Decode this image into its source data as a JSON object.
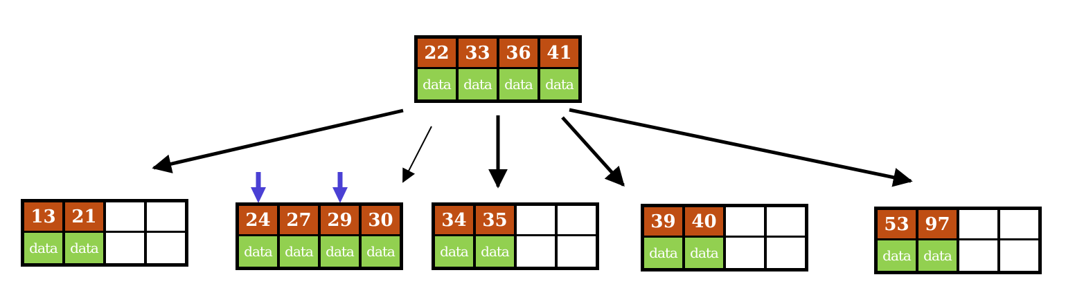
{
  "diagram_type": "b-tree",
  "colors": {
    "key_cell_fill": "#bf4e13",
    "data_cell_fill": "#92d050",
    "empty_cell_fill": "#ffffff",
    "border": "#000000",
    "cell_text": "#ffffff",
    "tree_arrow": "#000000",
    "pointer_arrow": "#4a40d4",
    "background": "#ffffff"
  },
  "nodes": {
    "root": {
      "cells": [
        {
          "key": "22",
          "data": "data"
        },
        {
          "key": "33",
          "data": "data"
        },
        {
          "key": "36",
          "data": "data"
        },
        {
          "key": "41",
          "data": "data"
        }
      ],
      "empty_cells": 0
    },
    "children": [
      {
        "cells": [
          {
            "key": "13",
            "data": "data"
          },
          {
            "key": "21",
            "data": "data"
          }
        ],
        "empty_cells": 2
      },
      {
        "cells": [
          {
            "key": "24",
            "data": "data"
          },
          {
            "key": "27",
            "data": "data"
          },
          {
            "key": "29",
            "data": "data"
          },
          {
            "key": "30",
            "data": "data"
          }
        ],
        "empty_cells": 0
      },
      {
        "cells": [
          {
            "key": "34",
            "data": "data"
          },
          {
            "key": "35",
            "data": "data"
          }
        ],
        "empty_cells": 2
      },
      {
        "cells": [
          {
            "key": "39",
            "data": "data"
          },
          {
            "key": "40",
            "data": "data"
          }
        ],
        "empty_cells": 2
      },
      {
        "cells": [
          {
            "key": "53",
            "data": "data"
          },
          {
            "key": "97",
            "data": "data"
          }
        ],
        "empty_cells": 2
      }
    ]
  },
  "pointer_arrows": [
    {
      "points_to_key": "24"
    },
    {
      "points_to_key": "29"
    }
  ]
}
